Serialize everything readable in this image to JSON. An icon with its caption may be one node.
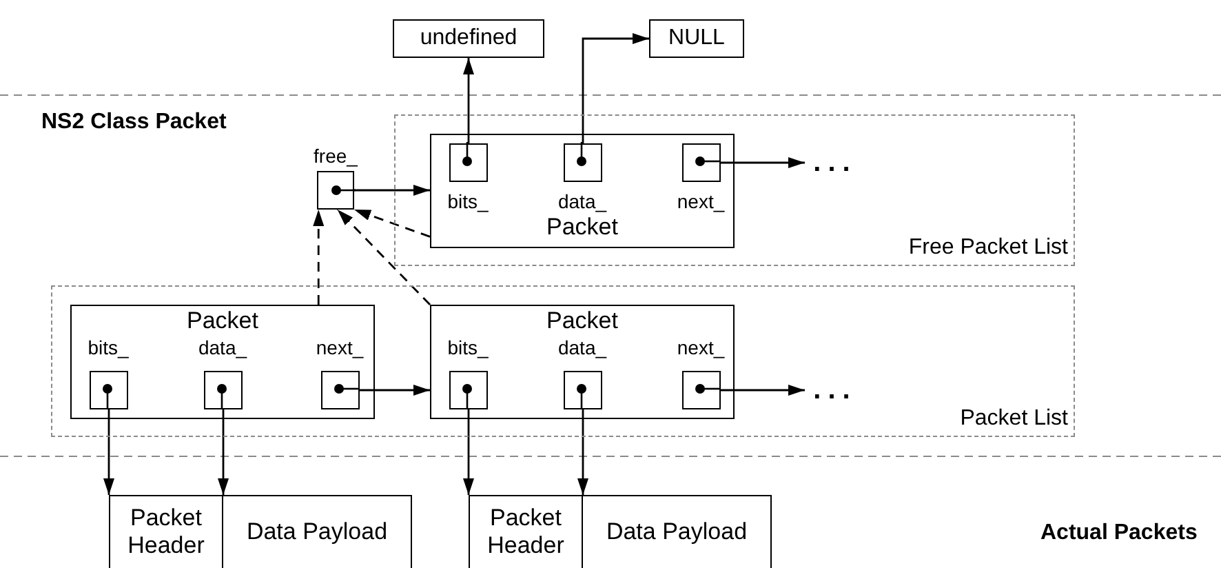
{
  "diagram": {
    "nodes": [
      {
        "text": [
          "undefined"
        ]
      },
      {
        "text": [
          "NULL"
        ]
      },
      {
        "text": [
          "Free Packet List"
        ]
      },
      {
        "text": [
          "Packet"
        ],
        "in": 2
      },
      {
        "text": [
          "bits_"
        ],
        "in": 3
      },
      {
        "text": [
          "data_"
        ],
        "in": 3
      },
      {
        "text": [
          "next_"
        ],
        "in": 3
      },
      {
        "text": [
          "..."
        ],
        "in": 2
      },
      {
        "text": [
          "free_"
        ]
      },
      {
        "text": [
          "Packet List"
        ]
      },
      {
        "text": [
          "Packet"
        ],
        "in": 9
      },
      {
        "text": [
          "bits_"
        ],
        "in": 10
      },
      {
        "text": [
          "data_"
        ],
        "in": 10
      },
      {
        "text": [
          "next_"
        ],
        "in": 10
      },
      {
        "text": [
          "Packet"
        ],
        "in": 9
      },
      {
        "text": [
          "bits_"
        ],
        "in": 14
      },
      {
        "text": [
          "data_"
        ],
        "in": 14
      },
      {
        "text": [
          "next_"
        ],
        "in": 14
      },
      {
        "text": [
          "..."
        ],
        "in": 9
      },
      {
        "text": [
          "Packet Header"
        ]
      },
      {
        "text": [
          "Data Payload"
        ]
      },
      {
        "text": [
          "Packet Header"
        ]
      },
      {
        "text": [
          "Data Payload"
        ]
      }
    ],
    "edges": [
      {
        "from": 4,
        "to": 0,
        "arrow": "to"
      },
      {
        "from": 5,
        "to": 1,
        "arrow": "to"
      },
      {
        "from": 6,
        "to": 7,
        "arrow": "to"
      },
      {
        "from": 8,
        "to": 3,
        "arrow": "to"
      },
      {
        "from": 3,
        "to": 8,
        "arrow": "to",
        "style": "dashed"
      },
      {
        "from": 10,
        "to": 8,
        "arrow": "to",
        "style": "dashed"
      },
      {
        "from": 14,
        "to": 8,
        "arrow": "to",
        "style": "dashed"
      },
      {
        "from": 13,
        "to": 14,
        "arrow": "to"
      },
      {
        "from": 17,
        "to": 18,
        "arrow": "to"
      },
      {
        "from": 11,
        "to": 19,
        "arrow": "to"
      },
      {
        "from": 12,
        "to": 20,
        "arrow": "to"
      },
      {
        "from": 15,
        "to": 21,
        "arrow": "to"
      },
      {
        "from": 16,
        "to": 22,
        "arrow": "to"
      }
    ],
    "labels": [
      "NS2 Class Packet",
      "Actual Packets"
    ]
  }
}
